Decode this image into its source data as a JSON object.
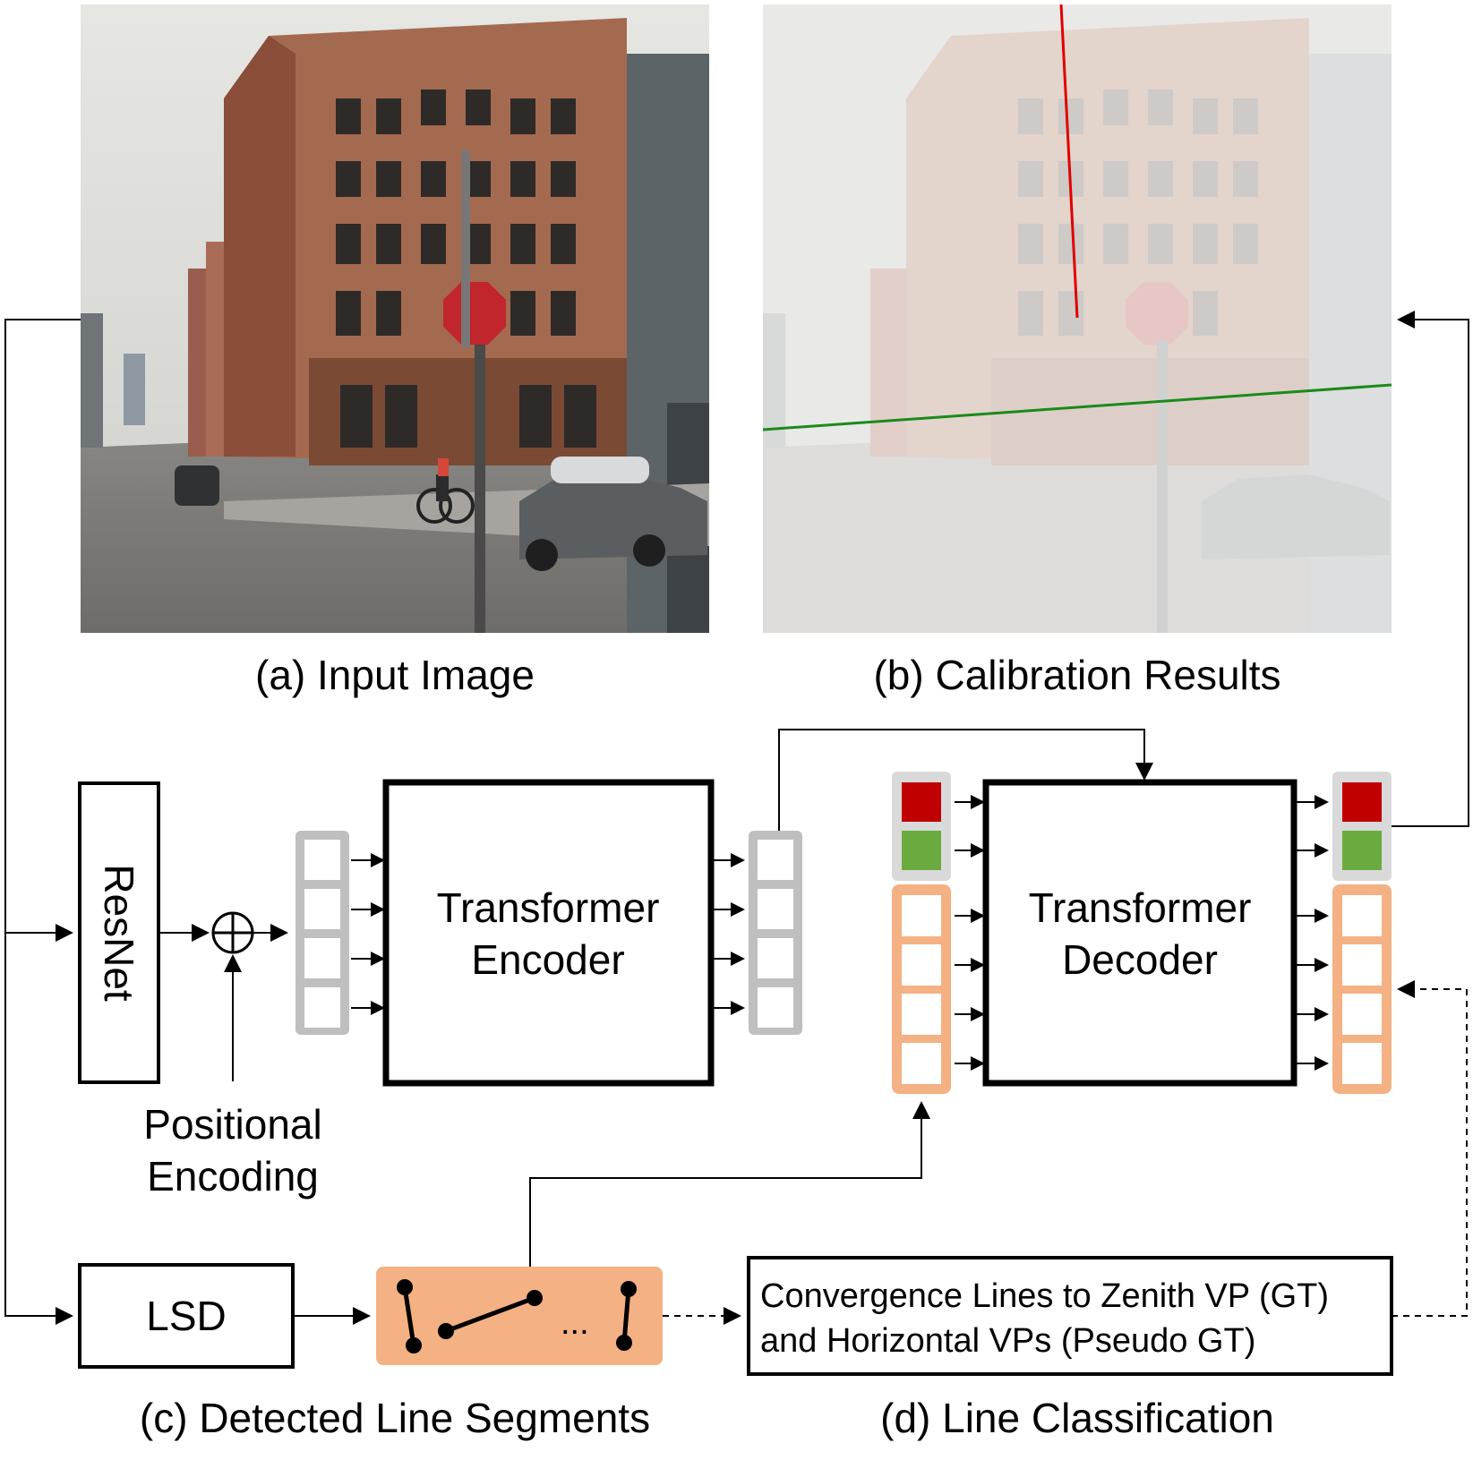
{
  "panels": {
    "input_caption": "(a) Input Image",
    "calibration_caption": "(b) Calibration Results",
    "line_segments_caption": "(c) Detected Line Segments",
    "line_classification_caption": "(d) Line Classification"
  },
  "nodes": {
    "resnet": "ResNet",
    "positional_line1": "Positional",
    "positional_line2": "Encoding",
    "encoder_line1": "Transformer",
    "encoder_line2": "Encoder",
    "decoder_line1": "Transformer",
    "decoder_line2": "Decoder",
    "lsd": "LSD",
    "ellipsis": "...",
    "convergence_line1": "Convergence Lines to Zenith VP (GT)",
    "convergence_line2": "and Horizontal VPs (Pseudo GT)"
  },
  "colors": {
    "zenith_query": "#c00000",
    "horizon_query": "#6aab3f",
    "line_token": "#f4b183",
    "feature_token": "#bfbfbf",
    "zenith_line": "#e00000",
    "horizon_line": "#1a8a1a"
  }
}
